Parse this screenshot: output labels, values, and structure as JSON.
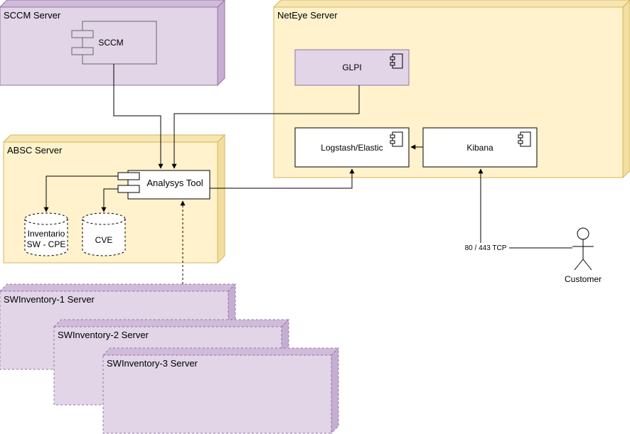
{
  "nodes": {
    "sccm_server": "SCCM Server",
    "sccm": "SCCM",
    "neteye_server": "NetEye Server",
    "glpi": "GLPI",
    "logstash": "Logstash/Elastic",
    "kibana": "Kibana",
    "absc_server": "ABSC Server",
    "analysys_tool": "Analysys Tool",
    "inventario_line1": "Inventario",
    "inventario_line2": "SW - CPE",
    "cve": "CVE",
    "sw1": "SWInventory-1 Server",
    "sw2": "SWInventory-2 Server",
    "sw3": "SWInventory-3 Server"
  },
  "edges": {
    "customer_port": "80 / 443 TCP"
  },
  "actors": {
    "customer": "Customer"
  },
  "colors": {
    "purple_fill": "#e1d5e7",
    "purple_stroke": "#9673a6",
    "yellow_fill": "#fff2cc",
    "yellow_stroke": "#d6b656"
  }
}
